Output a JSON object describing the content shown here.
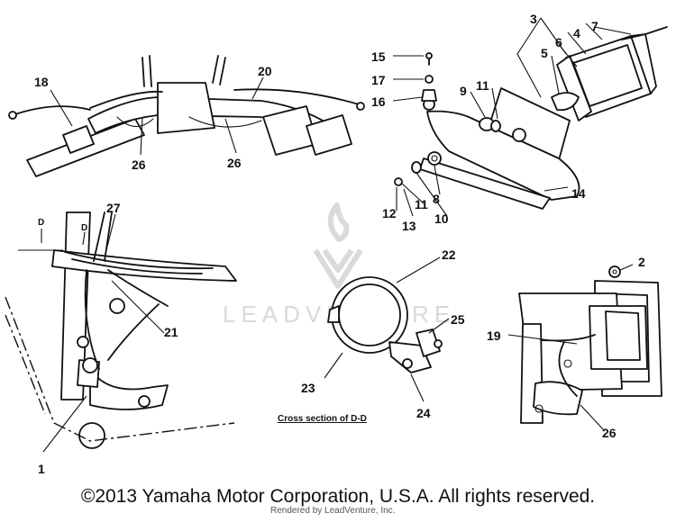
{
  "diagram": {
    "callouts": [
      "1",
      "2",
      "3",
      "4",
      "5",
      "6",
      "7",
      "8",
      "9",
      "10",
      "11",
      "11",
      "12",
      "13",
      "14",
      "15",
      "16",
      "17",
      "18",
      "19",
      "20",
      "21",
      "22",
      "23",
      "24",
      "25",
      "26",
      "26",
      "26",
      "27"
    ],
    "section_markers": [
      "D",
      "D"
    ],
    "section_caption": "Cross section of D-D"
  },
  "watermark": {
    "text": "LEADVENTURE",
    "icon": "leadventure-logo-icon"
  },
  "footer": {
    "copyright": "©2013 Yamaha Motor Corporation, U.S.A. All rights reserved.",
    "rendered_by": "Rendered by LeadVenture, Inc."
  }
}
